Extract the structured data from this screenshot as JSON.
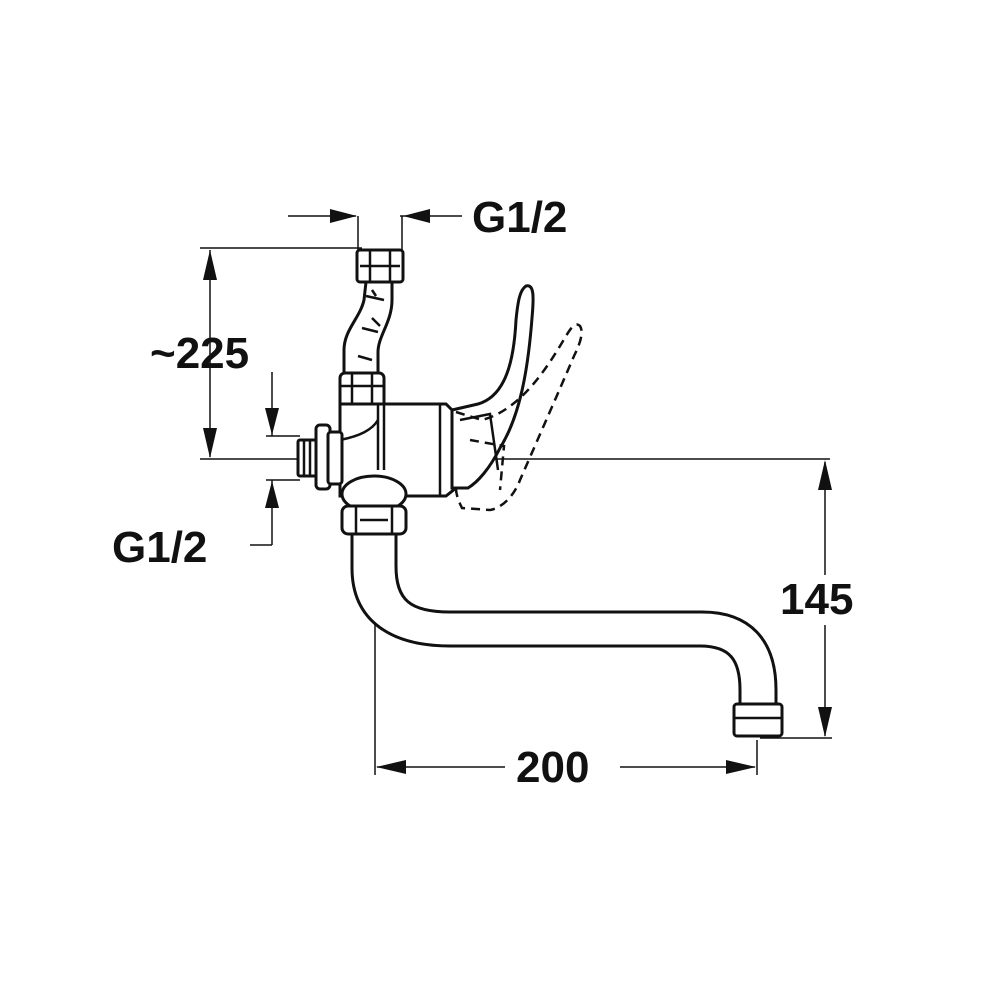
{
  "dimensions": {
    "top_connection": "G1/2",
    "side_connection": "G1/2",
    "height": "~225",
    "spout_height": "145",
    "spout_reach": "200"
  },
  "colors": {
    "line": "#111111",
    "background": "#ffffff"
  }
}
